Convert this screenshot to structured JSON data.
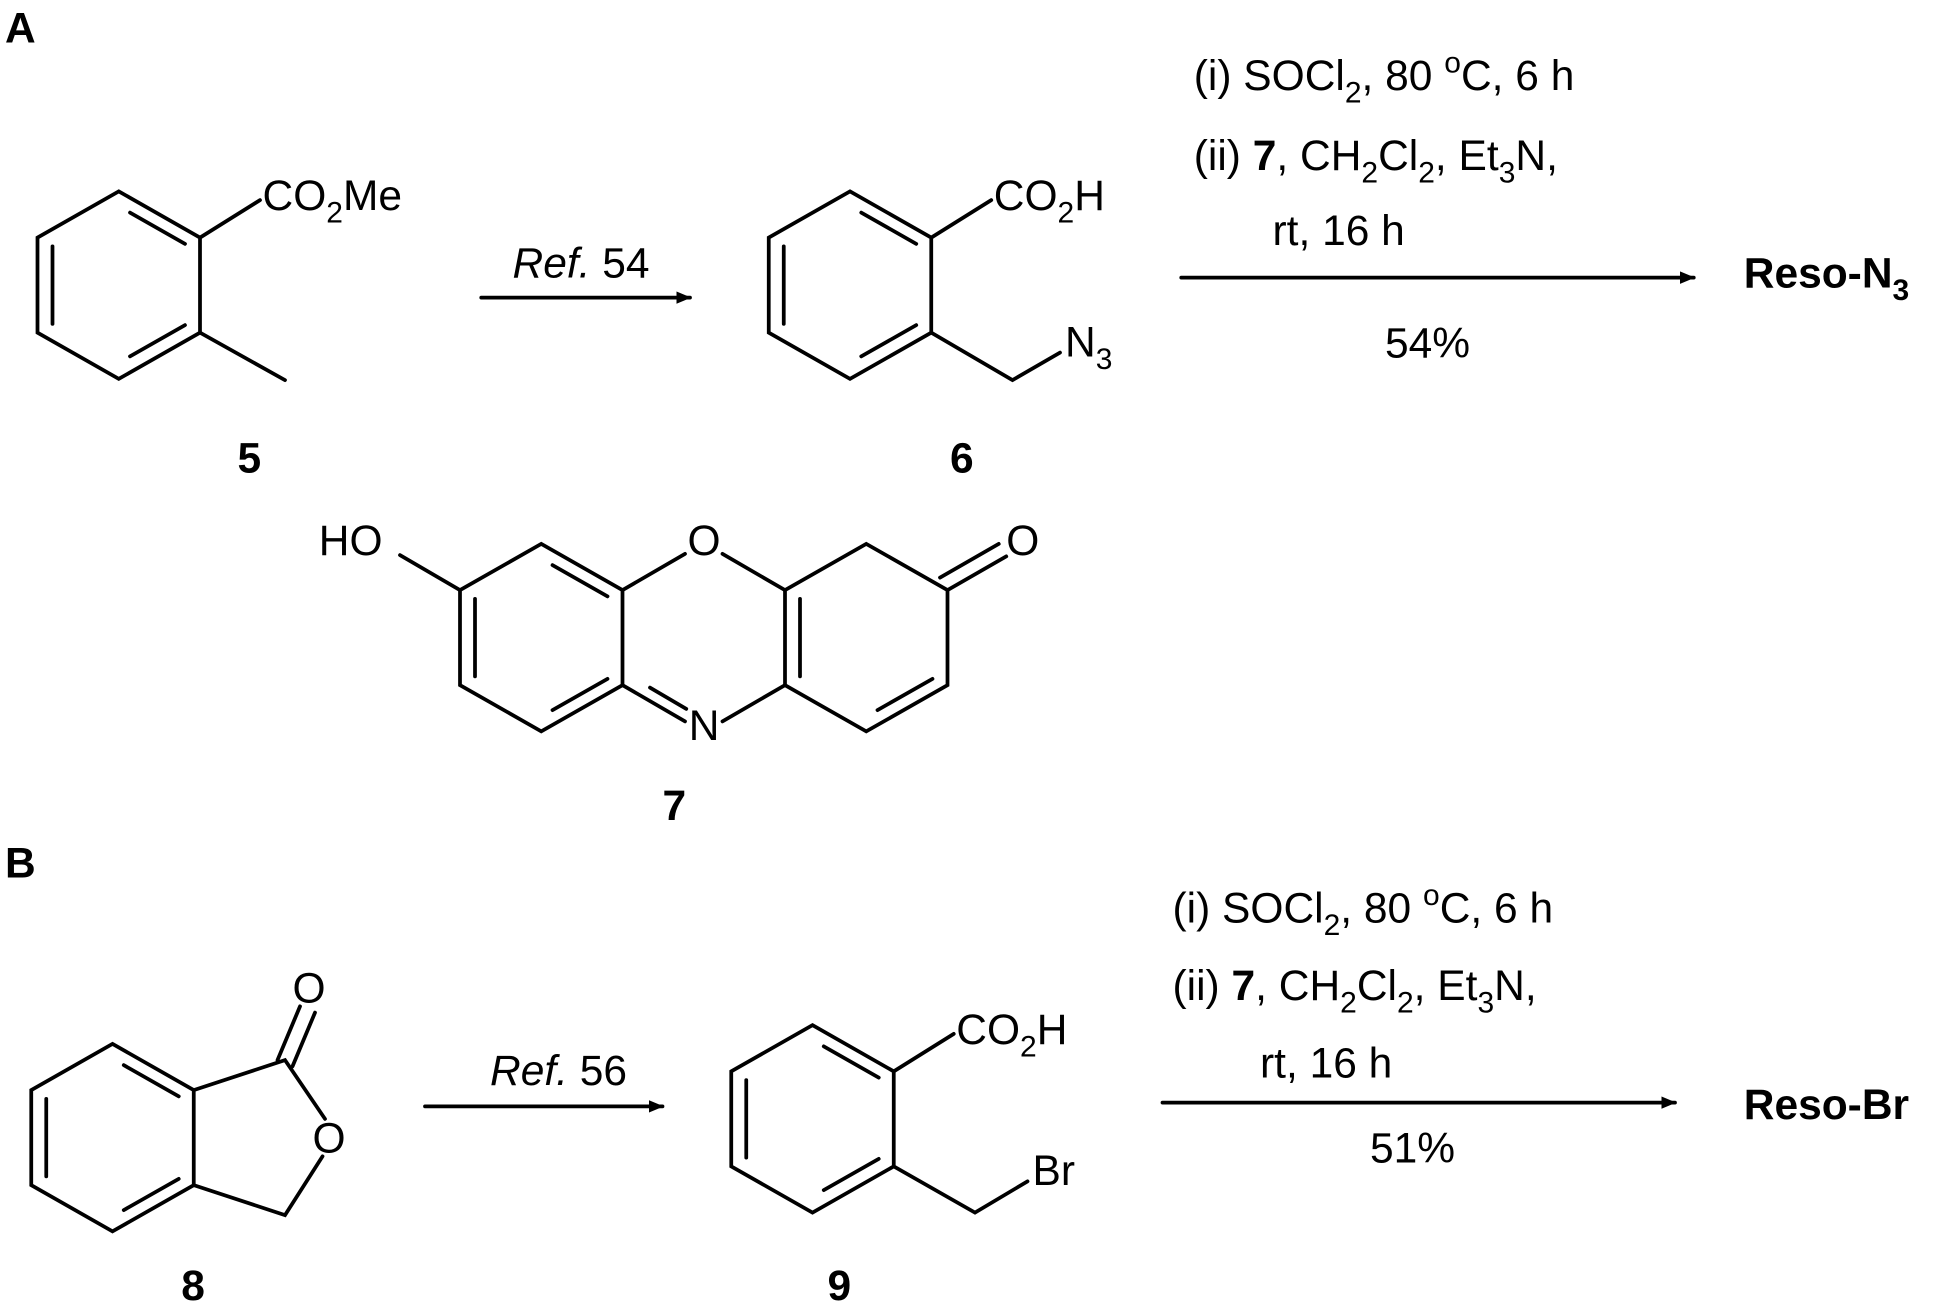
{
  "panels": {
    "A": {
      "label": "A",
      "compound5": {
        "label": "5",
        "sub_a": "CO",
        "sub_b": "2",
        "sub_c": "Me"
      },
      "step1": {
        "ref_italic": "Ref.",
        "ref_num": " 54"
      },
      "compound6": {
        "label": "6",
        "acid_a": "CO",
        "acid_b": "2",
        "acid_c": "H",
        "azide_a": "N",
        "azide_b": "3"
      },
      "conditions": {
        "line1_a": "(i) SOCl",
        "line1_b": "2",
        "line1_c": ", 80 ",
        "line1_d": "o",
        "line1_e": "C, 6 h",
        "line2_a": "(ii) ",
        "line2_b": "7",
        "line2_c": ", CH",
        "line2_d": "2",
        "line2_e": "Cl",
        "line2_f": "2",
        "line2_g": ", Et",
        "line2_h": "3",
        "line2_i": "N,",
        "line3": "rt, 16 h",
        "yield": "54%"
      },
      "product": {
        "a": "Reso-N",
        "b": "3"
      },
      "compound7": {
        "label": "7",
        "ho": "HO",
        "o_bridge": "O",
        "o_keto": "O",
        "n": "N"
      }
    },
    "B": {
      "label": "B",
      "compound8": {
        "label": "8",
        "o_carbonyl": "O",
        "o_ring": "O"
      },
      "step1": {
        "ref_italic": "Ref.",
        "ref_num": " 56"
      },
      "compound9": {
        "label": "9",
        "acid_a": "CO",
        "acid_b": "2",
        "acid_c": "H",
        "br": "Br"
      },
      "conditions": {
        "line1_a": "(i) SOCl",
        "line1_b": "2",
        "line1_c": ", 80 ",
        "line1_d": "o",
        "line1_e": "C,  6 h",
        "line2_a": "(ii) ",
        "line2_b": "7",
        "line2_c": ", CH",
        "line2_d": "2",
        "line2_e": "Cl",
        "line2_f": "2",
        "line2_g": ", Et",
        "line2_h": "3",
        "line2_i": "N,",
        "line3": "rt, 16 h",
        "yield": "51%"
      },
      "product": "Reso-Br"
    }
  }
}
